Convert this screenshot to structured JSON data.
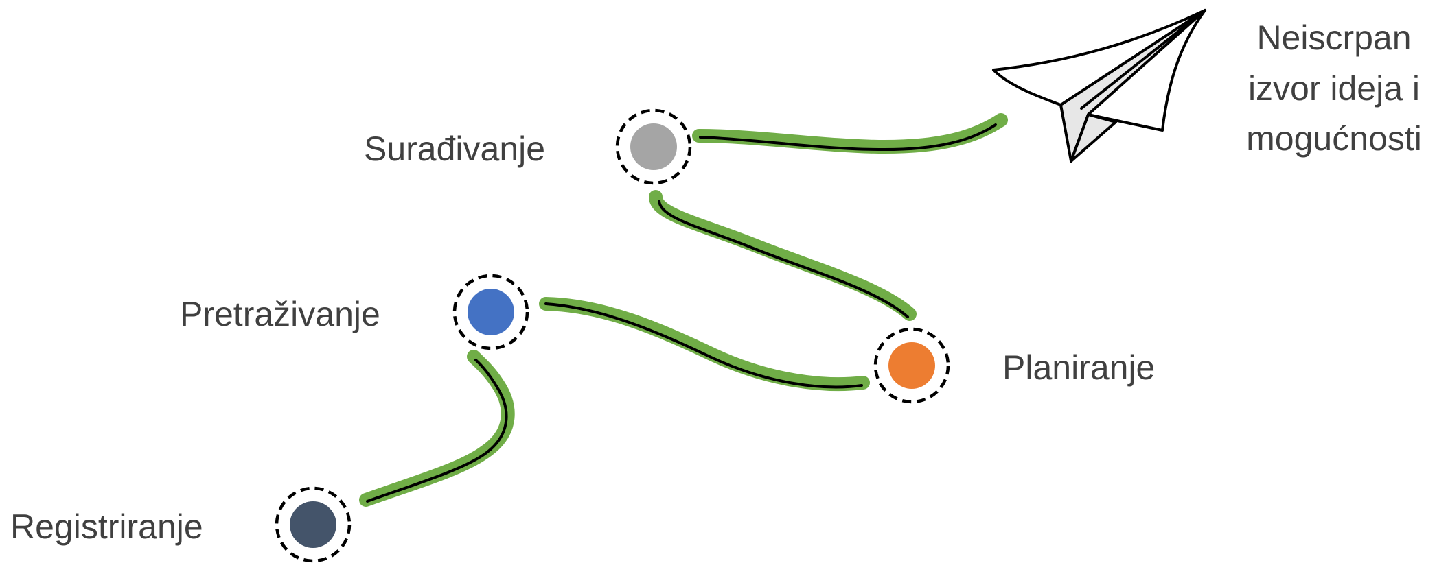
{
  "steps": [
    {
      "id": "registriranje",
      "label": "Registriranje",
      "color": "#44546a"
    },
    {
      "id": "pretrazivanje",
      "label": "Pretraživanje",
      "color": "#4472c4"
    },
    {
      "id": "planiranje",
      "label": "Planiranje",
      "color": "#ed7d31"
    },
    {
      "id": "suradivanje",
      "label": "Surađivanje",
      "color": "#a5a5a5"
    }
  ],
  "goal": {
    "lines": [
      "Neiscrpan",
      "izvor ideja i",
      "mogućnosti"
    ],
    "icon": "paper-plane-icon"
  },
  "colors": {
    "path_highlight": "#70ad47",
    "path_line": "#000000",
    "text": "#404040"
  }
}
